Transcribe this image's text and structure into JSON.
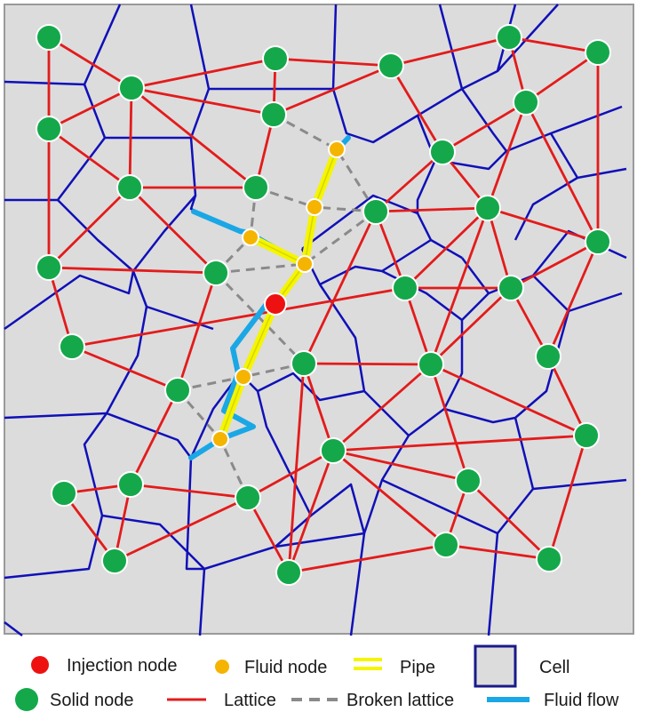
{
  "colors": {
    "cell_fill": "#dcdcdc",
    "cell_border": "#1010b8",
    "lattice": "#e31b1b",
    "broken_lattice": "#8a8a8a",
    "pipe": "#f5f500",
    "fluid_flow": "#1aa7e6",
    "solid_node": "#14a84a",
    "fluid_node": "#f5b400",
    "injection_node": "#ee1111",
    "node_outline": "#ffffff"
  },
  "legend": {
    "injection_node": "Injection node",
    "fluid_node": "Fluid node",
    "pipe": "Pipe",
    "cell": "Cell",
    "solid_node": "Solid node",
    "lattice": "Lattice",
    "broken_lattice": "Broken lattice",
    "fluid_flow": "Fluid flow"
  }
}
